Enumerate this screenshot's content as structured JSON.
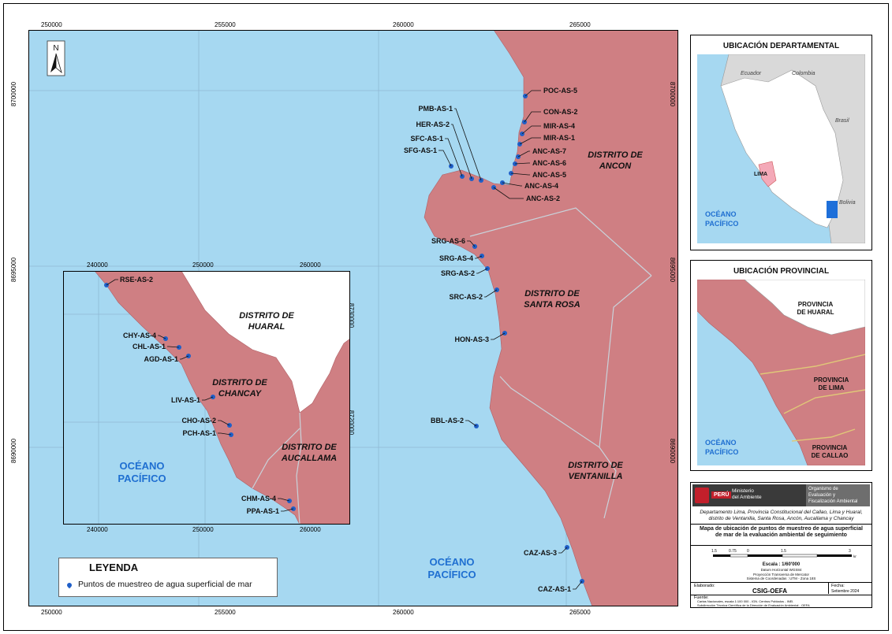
{
  "colors": {
    "sea": "#a6d8f1",
    "land": "#cf7f83",
    "white_land": "#ffffff",
    "point": "#1f5fc8",
    "ocean_text": "#1f6fd1"
  },
  "main_map": {
    "top_ticks": [
      "250000",
      "255000",
      "260000",
      "265000"
    ],
    "bottom_ticks": [
      "250000",
      "255000",
      "260000",
      "265000"
    ],
    "left_ticks": [
      "8700000",
      "8695000",
      "8690000"
    ],
    "right_ticks": [
      "8700000",
      "8695000",
      "8690000"
    ],
    "north": "N",
    "districts": {
      "ancon": [
        "DISTRITO DE",
        "ANCON"
      ],
      "santa_rosa": [
        "DISTRITO DE",
        "SANTA ROSA"
      ],
      "ventanilla": [
        "DISTRITO DE",
        "VENTANILLA"
      ]
    },
    "ocean": [
      "OCÉANO",
      "PACÍFICO"
    ],
    "points": {
      "poc5": "POC-AS-5",
      "con2": "CON-AS-2",
      "mir4": "MIR-AS-4",
      "mir1": "MIR-AS-1",
      "anc7": "ANC-AS-7",
      "anc6": "ANC-AS-6",
      "anc5": "ANC-AS-5",
      "anc4": "ANC-AS-4",
      "anc2": "ANC-AS-2",
      "pmb1": "PMB-AS-1",
      "her2": "HER-AS-2",
      "sfc1": "SFC-AS-1",
      "sfg1": "SFG-AS-1",
      "srg6": "SRG-AS-6",
      "srg4": "SRG-AS-4",
      "srg2": "SRG-AS-2",
      "src2": "SRC-AS-2",
      "hon3": "HON-AS-3",
      "bbl2": "BBL-AS-2",
      "caz3": "CAZ-AS-3",
      "caz1": "CAZ-AS-1"
    }
  },
  "inset": {
    "top_ticks": [
      "240000",
      "250000",
      "260000"
    ],
    "bottom_ticks": [
      "240000",
      "250000",
      "260000"
    ],
    "right_ticks": [
      "8730000",
      "8720000"
    ],
    "districts": {
      "huaral": [
        "DISTRITO DE",
        "HUARAL"
      ],
      "chancay": [
        "DISTRITO DE",
        "CHANCAY"
      ],
      "aucallama": [
        "DISTRITO DE",
        "AUCALLAMA"
      ]
    },
    "ocean": [
      "OCÉANO",
      "PACÍFICO"
    ],
    "points": {
      "rse2": "RSE-AS-2",
      "chy4": "CHY-AS-4",
      "chl1": "CHL-AS-1",
      "agd1": "AGD-AS-1",
      "liv1": "LIV-AS-1",
      "cho2": "CHO-AS-2",
      "pch1": "PCH-AS-1",
      "chm4": "CHM-AS-4",
      "ppa1": "PPA-AS-1"
    }
  },
  "legend": {
    "title": "LEYENDA",
    "item": "Puntos de muestreo de agua superficial de mar"
  },
  "dept_panel": {
    "title": "UBICACIÓN DEPARTAMENTAL",
    "ecuador": "Ecuador",
    "colombia": "Colombia",
    "brasil": "Brasil",
    "bolivia": "Bolivia",
    "lima": "LIMA",
    "ocean": [
      "OCÉANO",
      "PACÍFICO"
    ]
  },
  "prov_panel": {
    "title": "UBICACIÓN PROVINCIAL",
    "huaral": [
      "PROVINCIA",
      "DE HUARAL"
    ],
    "lima": [
      "PROVINCIA",
      "DE LIMA"
    ],
    "callao": [
      "PROVINCIA",
      "DE CALLAO"
    ],
    "ocean": [
      "OCÉANO",
      "PACÍFICO"
    ]
  },
  "title_block": {
    "peru": "PERÚ",
    "ministerio": [
      "Ministerio",
      "del Ambiente"
    ],
    "organismo": [
      "Organismo de",
      "Evaluación y",
      "Fiscalización Ambiental"
    ],
    "location": "Departamento Lima, Provincia Constitucional del Callao, Lima y Huaral, distrito de Ventanilla, Santa Rosa, Ancón, Aucallama y Chancay",
    "title": "Mapa de ubicación de puntos de muestreo de agua superficial de mar de la evaluación ambiental de seguimiento",
    "scale_ticks": [
      "1.5",
      "0.75",
      "0",
      "1.5",
      "3"
    ],
    "scale_unit": "km",
    "scale": "Escala : 1/60'000",
    "datum": [
      "Datum Horizontal WGS84",
      "Proyección Transversa de Mercator",
      "Sistema de Coordenadas : UTM - Zona 18S"
    ],
    "elaborado_label": "Elaborado:",
    "elaborado": "CSIG-OEFA",
    "fecha_label": "Fecha:",
    "fecha": "Setiembre 2024",
    "fuente_label": "Fuente:",
    "fuente": [
      "Cartas Nacionales, escala 1:100 000 - IGN.  Centros Poblados - INEI.",
      "Subdirección Técnica Científica de la Dirección de Evaluación Ambiental - OEFA"
    ]
  }
}
